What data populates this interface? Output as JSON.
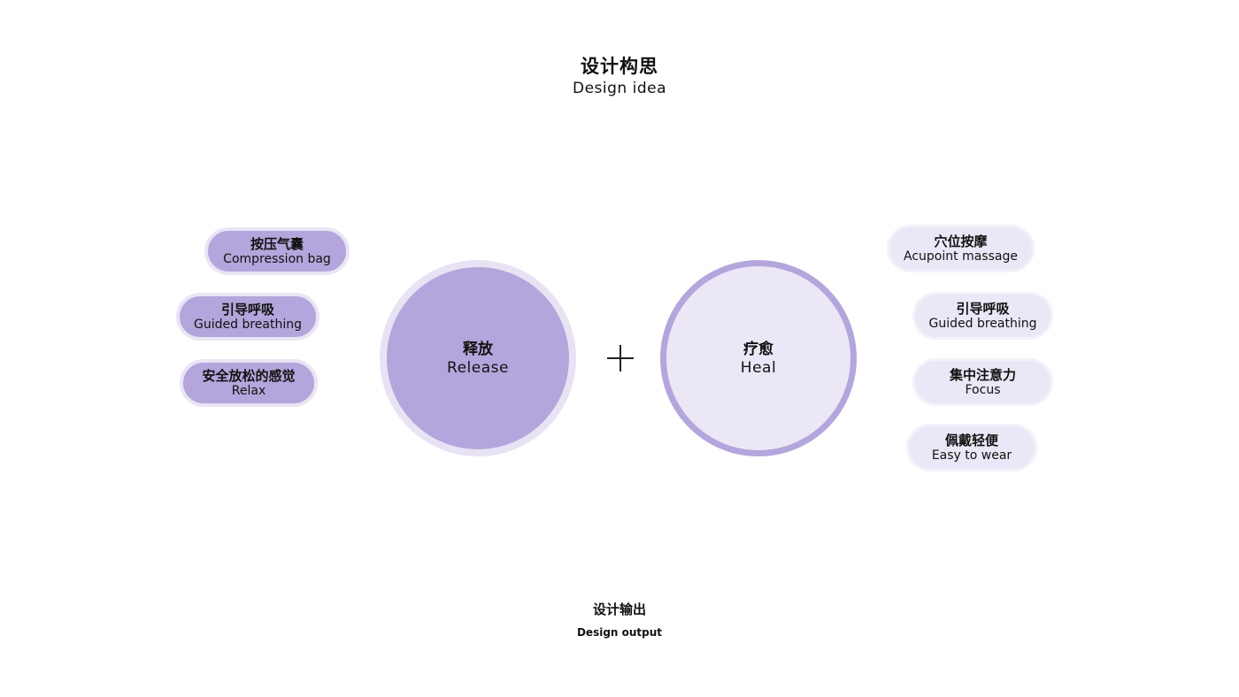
{
  "header": {
    "title_zh": "设计构思",
    "title_en": "Design idea"
  },
  "release": {
    "zh": "释放",
    "en": "Release",
    "items": [
      {
        "zh": "按压气囊",
        "en": "Compression bag"
      },
      {
        "zh": "引导呼吸",
        "en": "Guided breathing"
      },
      {
        "zh": "安全放松的感觉",
        "en": "Relax"
      }
    ]
  },
  "heal": {
    "zh": "疗愈",
    "en": "Heal",
    "items": [
      {
        "zh": "穴位按摩",
        "en": "Acupoint massage"
      },
      {
        "zh": "引导呼吸",
        "en": "Guided breathing"
      },
      {
        "zh": "集中注意力",
        "en": "Focus"
      },
      {
        "zh": "佩戴轻便",
        "en": "Easy to wear"
      }
    ]
  },
  "footer": {
    "title_zh": "设计输出",
    "title_en": "Design output"
  },
  "colors": {
    "accent": "#b4a6dc",
    "accent_light": "#ebe7f6",
    "ring_light": "#e7e3f4"
  },
  "icons": {
    "combine": "plus-icon"
  }
}
